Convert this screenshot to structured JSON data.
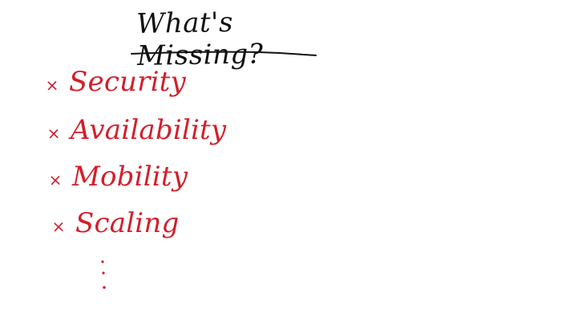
{
  "title": "What's Missing?",
  "list": {
    "marker": "×",
    "items": [
      {
        "label": "Security"
      },
      {
        "label": "Availability"
      },
      {
        "label": "Mobility"
      },
      {
        "label": "Scaling"
      }
    ]
  },
  "colors": {
    "title": "#111111",
    "items": "#d21f2a",
    "background": "#ffffff"
  }
}
